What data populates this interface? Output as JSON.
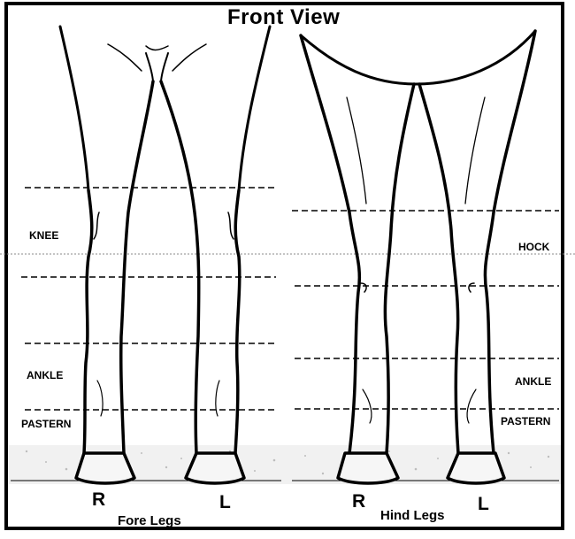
{
  "title": "Front View",
  "fore_legs": {
    "caption": "Fore Legs",
    "right_marker": "R",
    "left_marker": "L",
    "regions": [
      "KNEE",
      "ANKLE",
      "PASTERN"
    ]
  },
  "hind_legs": {
    "caption": "Hind Legs",
    "right_marker": "R",
    "left_marker": "L",
    "regions": [
      "HOCK",
      "ANKLE",
      "PASTERN"
    ]
  },
  "colors": {
    "line": "#000000",
    "background": "#ffffff",
    "ground_speckle": "#bdbdbd"
  }
}
